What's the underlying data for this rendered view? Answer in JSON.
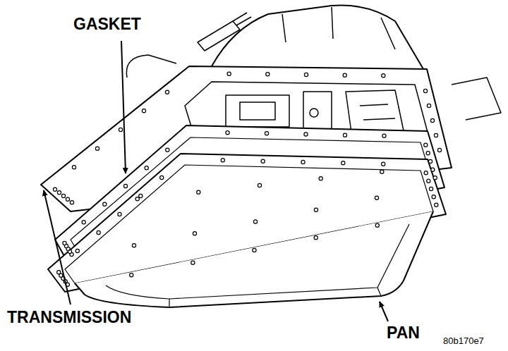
{
  "diagram": {
    "labels": [
      "GASKET",
      "TRANSMISSION",
      "PAN",
      "80b170e7"
    ]
  }
}
